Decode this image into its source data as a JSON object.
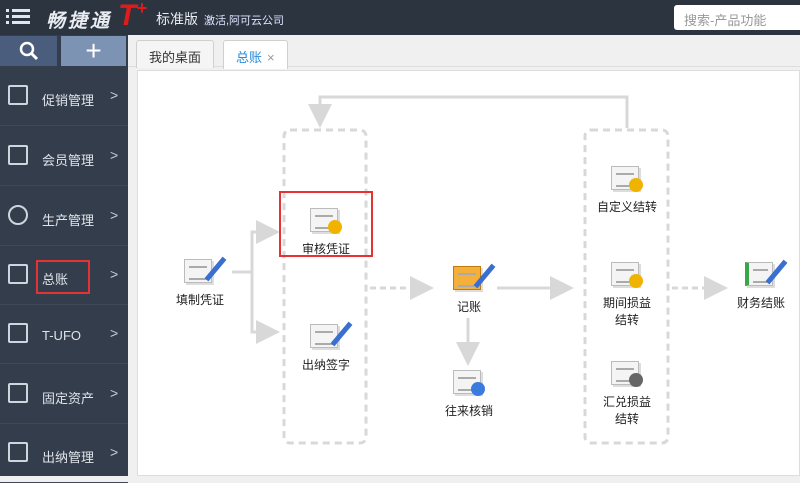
{
  "header": {
    "brand": "畅捷通",
    "product_mark": "T+",
    "edition": "标准版",
    "company": "激活,阿可云公司",
    "search_placeholder": "搜索-产品功能"
  },
  "sidebar": {
    "items": [
      {
        "label": "促销管理"
      },
      {
        "label": "会员管理"
      },
      {
        "label": "生产管理"
      },
      {
        "label": "总账"
      },
      {
        "label": "T-UFO"
      },
      {
        "label": "固定资产"
      },
      {
        "label": "出纳管理"
      }
    ]
  },
  "tabs": [
    {
      "label": "我的桌面"
    },
    {
      "label": "总账",
      "close": "×"
    }
  ],
  "flow": {
    "fill_voucher": "填制凭证",
    "audit_voucher": "审核凭证",
    "cashier_sign": "出纳签字",
    "post": "记账",
    "reconcile": "往来核销",
    "custom_transfer": "自定义结转",
    "pl_transfer": "期间损益结转",
    "fx_transfer": "汇兑损益结转",
    "close": "财务结账"
  },
  "colors": {
    "highlight": "#e53333",
    "accent": "#2a8ad8"
  }
}
